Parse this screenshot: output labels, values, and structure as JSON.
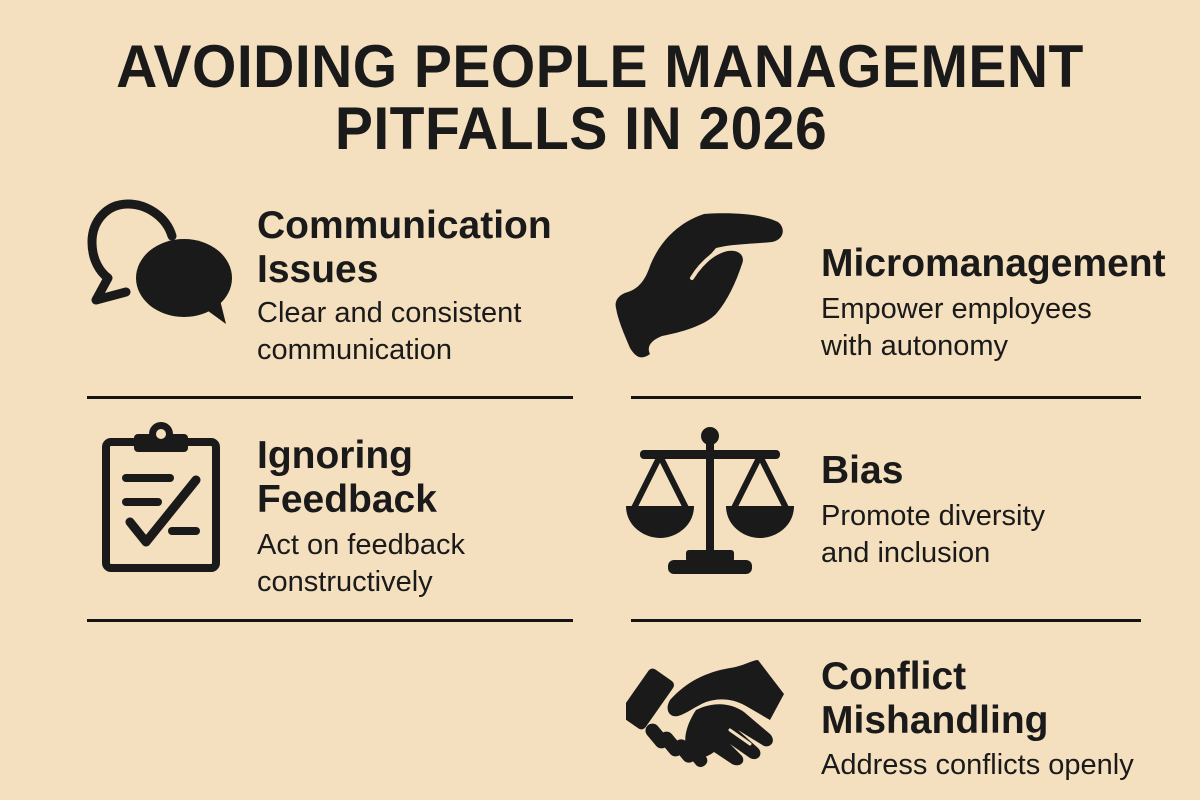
{
  "title": {
    "line1": "AVOIDING PEOPLE MANAGEMENT",
    "line2": "PITFALLS IN 2026"
  },
  "colors": {
    "background": "#f4dfbe",
    "ink": "#1a1a1a"
  },
  "pitfalls": [
    {
      "icon": "speech-bubbles-icon",
      "heading_lines": [
        "Communication",
        "Issues"
      ],
      "description_lines": [
        "Clear and consistent",
        "communication"
      ]
    },
    {
      "icon": "hand-icon",
      "heading_lines": [
        "Micromanagement"
      ],
      "description_lines": [
        "Empower employees",
        "with autonomy"
      ]
    },
    {
      "icon": "clipboard-check-icon",
      "heading_lines": [
        "Ignoring",
        "Feedback"
      ],
      "description_lines": [
        "Act on feedback",
        "constructively"
      ]
    },
    {
      "icon": "balance-scale-icon",
      "heading_lines": [
        "Bias"
      ],
      "description_lines": [
        "Promote diversity",
        "and inclusion"
      ]
    },
    {
      "icon": "handshake-icon",
      "heading_lines": [
        "Conflict",
        "Mishandling"
      ],
      "description_lines": [
        "Address conflicts openly"
      ]
    }
  ]
}
